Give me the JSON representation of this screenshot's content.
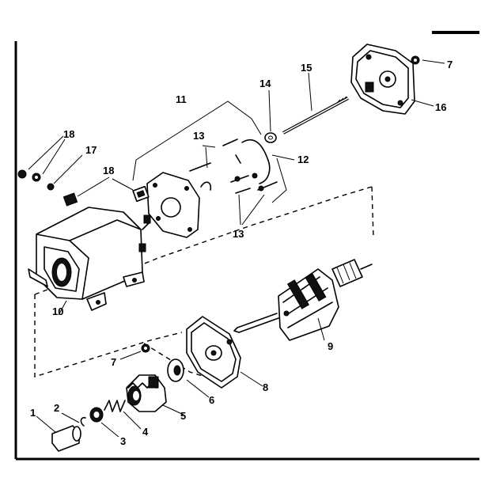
{
  "diagram": {
    "labels": [
      {
        "id": "l1",
        "text": "1"
      },
      {
        "id": "l2",
        "text": "2"
      },
      {
        "id": "l3",
        "text": "3"
      },
      {
        "id": "l4",
        "text": "4"
      },
      {
        "id": "l5",
        "text": "5"
      },
      {
        "id": "l6",
        "text": "6"
      },
      {
        "id": "l7a",
        "text": "7"
      },
      {
        "id": "l7b",
        "text": "7"
      },
      {
        "id": "l8",
        "text": "8"
      },
      {
        "id": "l9",
        "text": "9"
      },
      {
        "id": "l10",
        "text": "10"
      },
      {
        "id": "l11",
        "text": "11"
      },
      {
        "id": "l12",
        "text": "12"
      },
      {
        "id": "l13a",
        "text": "13"
      },
      {
        "id": "l13b",
        "text": "13"
      },
      {
        "id": "l14",
        "text": "14"
      },
      {
        "id": "l15",
        "text": "15"
      },
      {
        "id": "l16",
        "text": "16"
      },
      {
        "id": "l17",
        "text": "17"
      },
      {
        "id": "l18a",
        "text": "18"
      },
      {
        "id": "l18b",
        "text": "18"
      }
    ]
  }
}
